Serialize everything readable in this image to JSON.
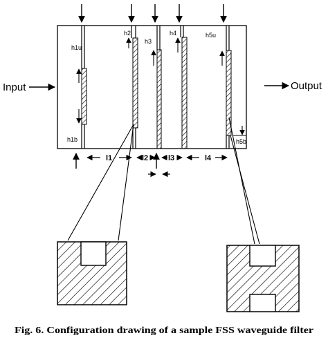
{
  "diagram": {
    "input_label": "Input",
    "output_label": "Output",
    "height_labels": {
      "h1u": "h1u",
      "h1b": "h1b",
      "h2": "h2",
      "h3": "h3",
      "h4": "h4",
      "h5u": "h5u",
      "h5b": "h5b"
    },
    "spacing_labels": {
      "l1": "l1",
      "l2": "l2",
      "l3": "l3",
      "l4": "l4"
    },
    "caption": "Fig. 6. Configuration drawing of a sample FSS waveguide filter"
  }
}
